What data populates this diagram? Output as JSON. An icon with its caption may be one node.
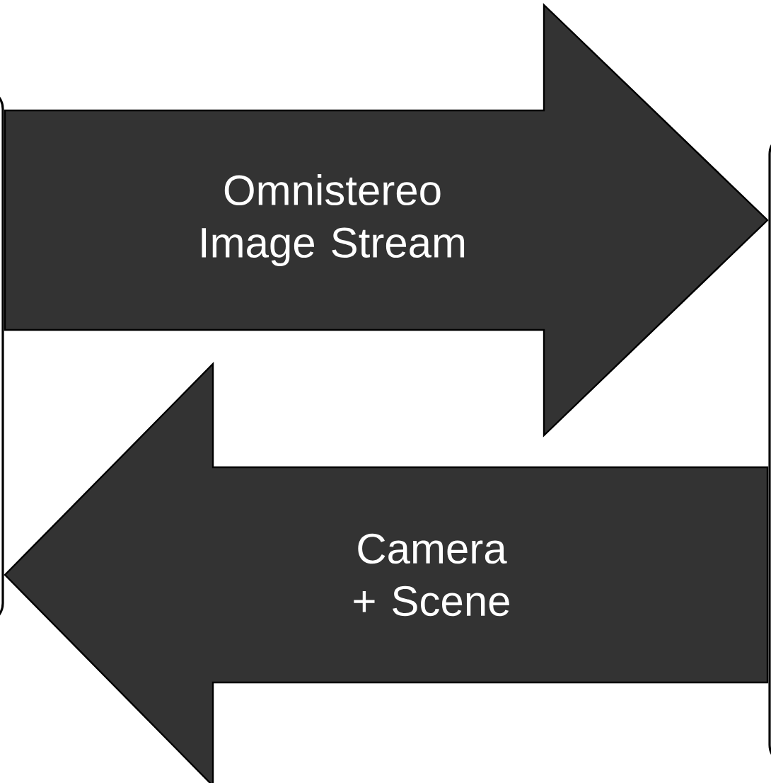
{
  "diagram": {
    "nodes": [
      {
        "text": [],
        "shape": "box"
      },
      {
        "text": [],
        "shape": "box"
      }
    ],
    "edges": [
      {
        "from": 0,
        "to": 1,
        "arrow": "to",
        "label": "Omnistereo Image Stream"
      },
      {
        "from": 1,
        "to": 0,
        "arrow": "to",
        "label": "Camera + Scene"
      }
    ]
  }
}
